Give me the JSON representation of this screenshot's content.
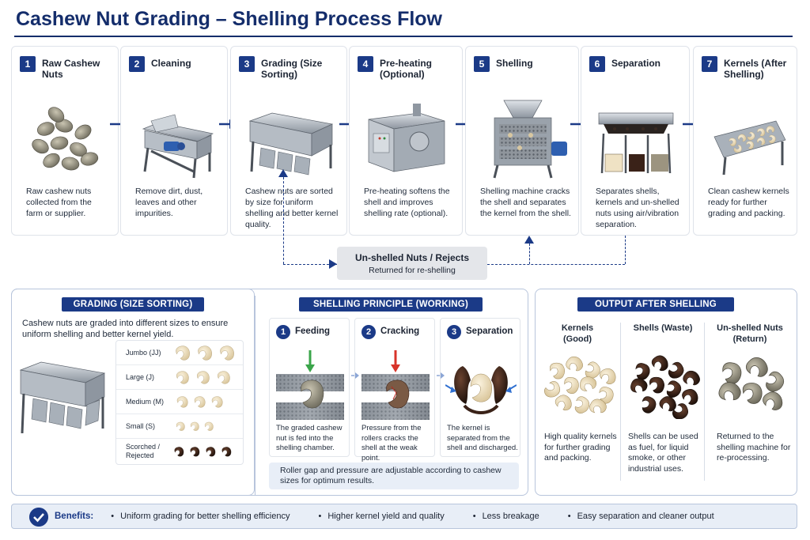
{
  "title": "Cashew Nut Grading – Shelling Process Flow",
  "steps": [
    {
      "num": "1",
      "title": "Raw Cashew Nuts",
      "desc": "Raw cashew nuts collected from the farm or supplier."
    },
    {
      "num": "2",
      "title": "Cleaning",
      "desc": "Remove dirt, dust, leaves and other impurities."
    },
    {
      "num": "3",
      "title": "Grading (Size Sorting)",
      "desc": "Cashew nuts are sorted by size for uniform shelling and better kernel quality."
    },
    {
      "num": "4",
      "title": "Pre-heating (Optional)",
      "desc": "Pre-heating softens the shell and improves shelling rate (optional)."
    },
    {
      "num": "5",
      "title": "Shelling",
      "desc": "Shelling machine cracks the shell and separates the kernel from the shell."
    },
    {
      "num": "6",
      "title": "Separation",
      "desc": "Separates shells, kernels and un-shelled nuts using air/vibration separation."
    },
    {
      "num": "7",
      "title": "Kernels (After Shelling)",
      "desc": "Clean cashew kernels ready for further grading and packing."
    }
  ],
  "rejects": {
    "title": "Un-shelled Nuts / Rejects",
    "subtitle": "Returned for re-shelling"
  },
  "grading": {
    "title": "GRADING (SIZE SORTING)",
    "intro": "Cashew nuts are graded into different sizes to ensure uniform shelling and better kernel yield.",
    "sizes": [
      {
        "label": "Jumbo (JJ)",
        "count": 3
      },
      {
        "label": "Large (J)",
        "count": 3
      },
      {
        "label": "Medium (M)",
        "count": 3
      },
      {
        "label": "Small (S)",
        "count": 3
      },
      {
        "label": "Scorched / Rejected",
        "count": 4
      }
    ]
  },
  "principle": {
    "title": "SHELLING PRINCIPLE (WORKING)",
    "steps": [
      {
        "num": "1",
        "title": "Feeding",
        "desc": "The graded cashew nut is fed into the shelling chamber."
      },
      {
        "num": "2",
        "title": "Cracking",
        "desc": "Pressure from the rollers cracks the shell at the weak point."
      },
      {
        "num": "3",
        "title": "Separation",
        "desc": "The kernel is separated from the shell and discharged."
      }
    ],
    "note": "Roller gap and pressure are adjustable according to cashew sizes for optimum results."
  },
  "output": {
    "title": "OUTPUT AFTER SHELLING",
    "items": [
      {
        "title": "Kernels (Good)",
        "desc": "High quality kernels for further grading and packing."
      },
      {
        "title": "Shells (Waste)",
        "desc": "Shells can be used as fuel, for liquid smoke, or other industrial uses."
      },
      {
        "title": "Un-shelled Nuts (Return)",
        "desc": "Returned to the shelling machine for re-processing."
      }
    ]
  },
  "benefits": {
    "label": "Benefits:",
    "items": [
      "Uniform grading for better shelling efficiency",
      "Higher kernel yield and quality",
      "Less breakage",
      "Easy separation and cleaner output"
    ]
  },
  "colors": {
    "navy": "#1b3a87",
    "kernel": "#efe2c4",
    "shell": "#3a2218",
    "raw": "#9a9582"
  }
}
